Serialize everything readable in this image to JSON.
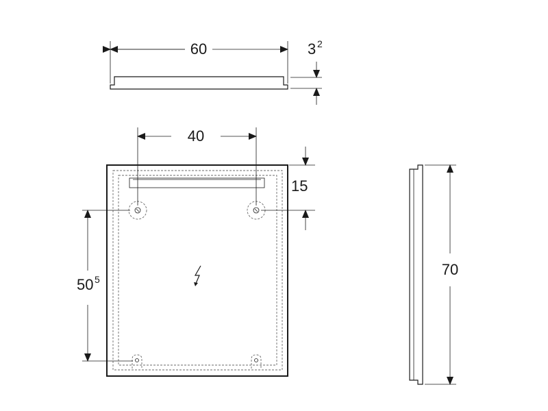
{
  "dimensions": {
    "top_width": "60",
    "thickness_main": "3",
    "thickness_sup": "2",
    "mount_spacing": "40",
    "top_offset": "15",
    "mount_height_main": "50",
    "mount_height_sup": "5",
    "side_height": "70"
  },
  "icons": {
    "electrical": "lightning-bolt-icon"
  }
}
